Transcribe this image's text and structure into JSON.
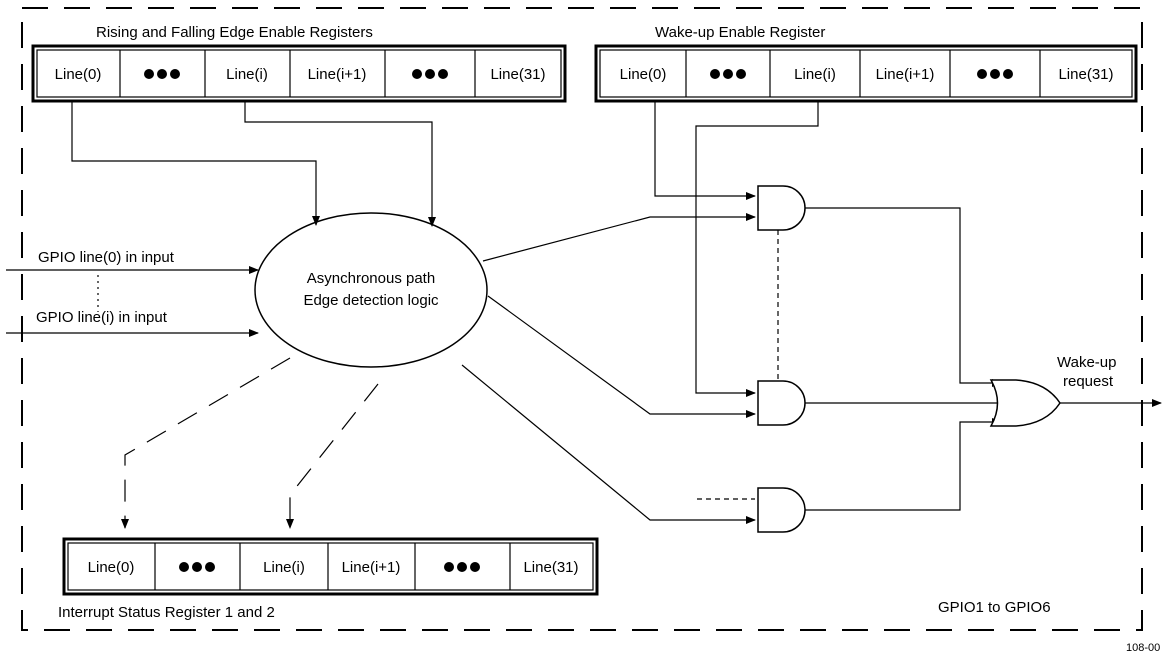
{
  "border_label": "GPIO1 to GPIO6",
  "figure_id": "108-00",
  "edge_register": {
    "title": "Rising and Falling Edge Enable Registers",
    "cells": [
      "Line(0)",
      "•••",
      "Line(i)",
      "Line(i+1)",
      "•••",
      "Line(31)"
    ]
  },
  "wakeup_register": {
    "title": "Wake-up Enable Register",
    "cells": [
      "Line(0)",
      "•••",
      "Line(i)",
      "Line(i+1)",
      "•••",
      "Line(31)"
    ]
  },
  "interrupt_register": {
    "title": "Interrupt Status Register 1 and 2",
    "cells": [
      "Line(0)",
      "•••",
      "Line(i)",
      "Line(i+1)",
      "•••",
      "Line(31)"
    ]
  },
  "detection_logic": {
    "line1": "Asynchronous path",
    "line2": "Edge detection logic"
  },
  "inputs": {
    "line0": "GPIO line(0) in input",
    "linei": "GPIO line(i) in input"
  },
  "output": {
    "line1": "Wake-up",
    "line2": "request"
  }
}
